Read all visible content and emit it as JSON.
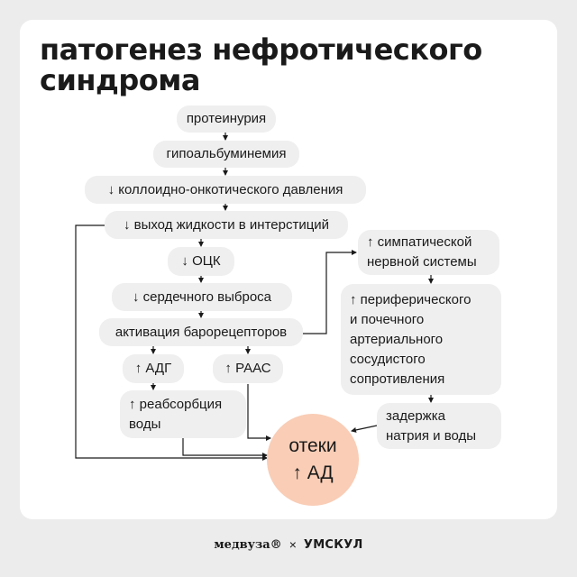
{
  "title": {
    "line1": "патогенез нефротического",
    "line2": "синдрома"
  },
  "nodes": {
    "proteinuria": "протеинурия",
    "hypoalbuminemia": "гипоальбуминемия",
    "oncotic_pressure": "↓ коллоидно-онкотического давления",
    "fluid_exit": "↓ выход жидкости в интерстиций",
    "ocv": "↓ ОЦК",
    "cardiac_output": "↓ сердечного выброса",
    "baroreceptors": "активация барорецепторов",
    "adh": "↑ АДГ",
    "raas": "↑ РААС",
    "reabsorption": [
      "↑ реабсорбция",
      "воды"
    ],
    "sympathetic": [
      "↑ симпатической",
      "нервной системы"
    ],
    "resistance": [
      "↑ периферического",
      "и почечного",
      "артериального",
      "сосудистого",
      "сопротивления"
    ],
    "sodium_retention": [
      "задержка",
      "натрия и воды"
    ]
  },
  "result": {
    "line1": "отеки",
    "line2": "↑ АД"
  },
  "footer": {
    "brand1": "медвуза®",
    "separator": "×",
    "brand2": "УМСКУЛ"
  },
  "colors": {
    "background": "#ececec",
    "card": "#ffffff",
    "node": "#efefef",
    "result": "#f9cdb6",
    "text": "#1a1a1a"
  }
}
